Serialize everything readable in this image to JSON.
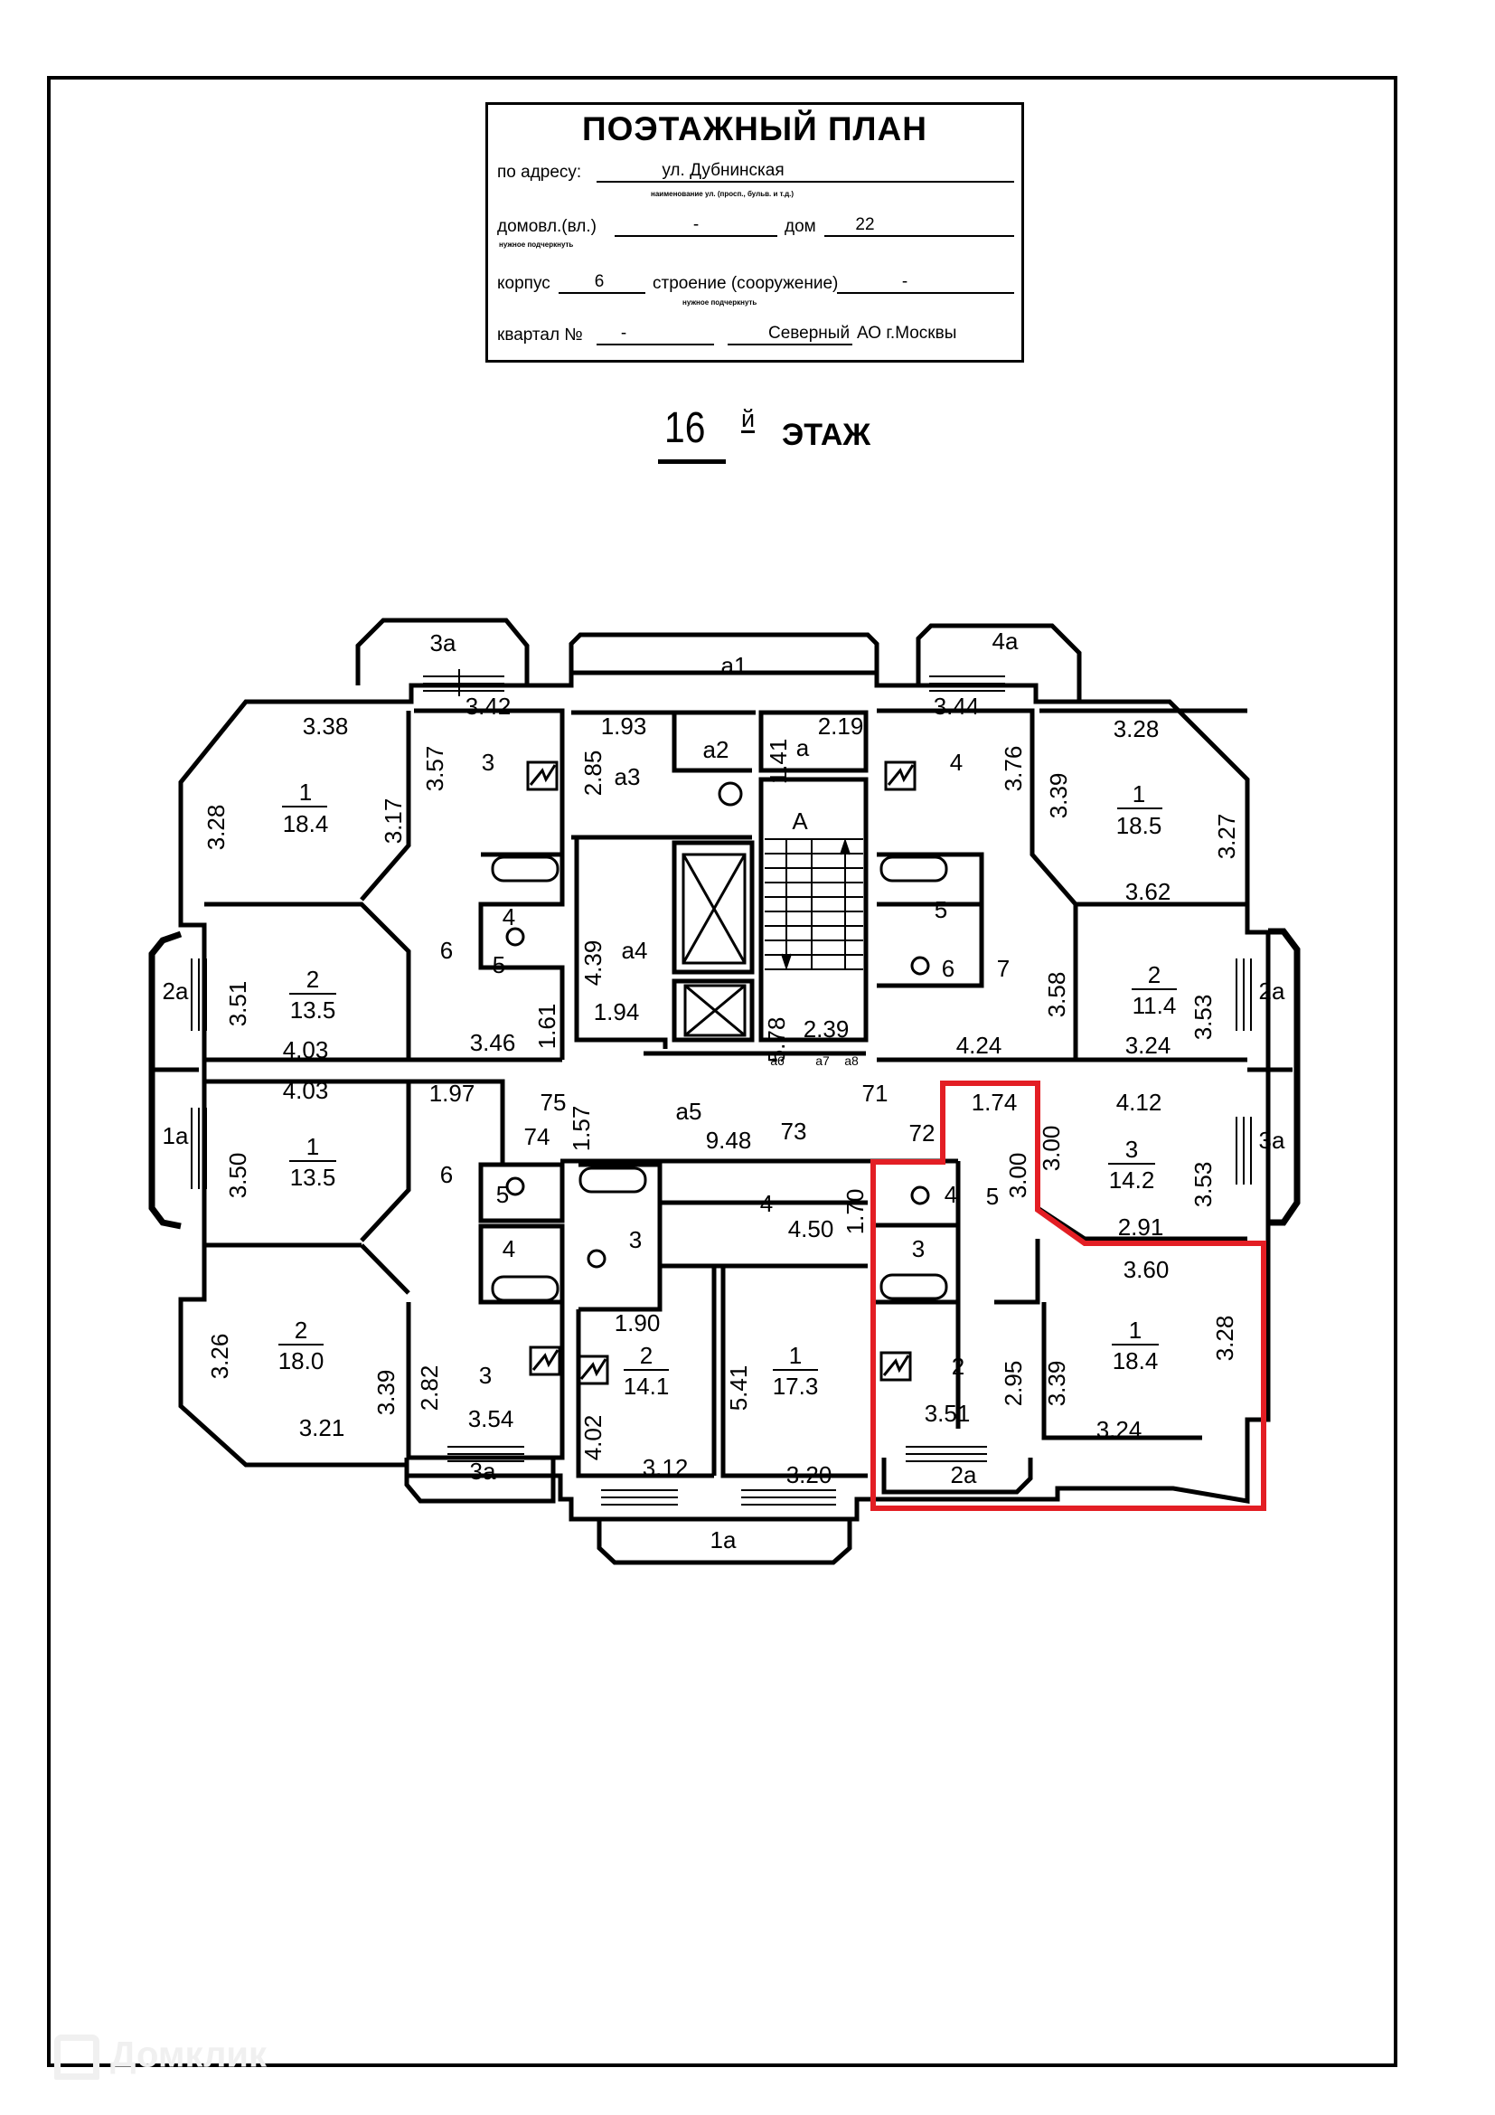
{
  "stamp": {
    "title": "ПОЭТАЖНЫЙ ПЛАН",
    "address_label": "по адресу:",
    "address_value": "ул. Дубнинская",
    "address_hint": "наименование ул. (просп., бульв. и т.д.)",
    "domovl_label": "домовл.(вл.)",
    "domovl_value": "-",
    "domovl_hint": "нужное подчеркнуть",
    "dom_label": "дом",
    "dom_value": "22",
    "korpus_label": "корпус",
    "korpus_value": "6",
    "stroenie_label": "строение (сооружение)",
    "stroenie_value": "-",
    "stroenie_hint": "нужное подчеркнуть",
    "kvartal_label": "квартал №",
    "kvartal_value": "-",
    "district_value": "Северный",
    "district_suffix": "АО г.Москвы"
  },
  "floor": {
    "number": "16",
    "suffix": "й",
    "word": "ЭТАЖ"
  },
  "highlight_color": "#e31e24",
  "plan": {
    "nw_apartment": {
      "balcony": "3а",
      "room1": {
        "num": "1",
        "area": "18.4",
        "dims": [
          "3.38",
          "3.28",
          "3.17"
        ]
      },
      "kitchen": {
        "num": "3",
        "dims": [
          "3.42",
          "3.57"
        ]
      },
      "bath": {
        "num": "4"
      },
      "wc": {
        "num": "5"
      },
      "hall": {
        "num": "6",
        "dims": [
          "3.46",
          "1.61"
        ]
      },
      "room2": {
        "num": "2",
        "area": "13.5",
        "dims": [
          "3.51",
          "4.03"
        ]
      },
      "loggia": "2а"
    },
    "core": {
      "a1": "а1",
      "a2": "а2",
      "a3": "а3",
      "a4": "а4",
      "a5": "а5",
      "a6": "а6",
      "a7": "а7",
      "a8": "а8",
      "a": "а",
      "stair": "А",
      "dims": [
        "1.93",
        "2.85",
        "1.41",
        "2.19",
        "4.39",
        "1.94",
        "5.78",
        "2.39",
        "9.48",
        "1.57"
      ],
      "corridors": [
        "71",
        "72",
        "73",
        "74",
        "75"
      ]
    },
    "ne_apartment": {
      "balcony": "4а",
      "kitchen": {
        "num": "4",
        "dims": [
          "3.44",
          "3.76"
        ]
      },
      "room1": {
        "num": "1",
        "area": "18.5",
        "dims": [
          "3.28",
          "3.39",
          "3.27",
          "3.62"
        ]
      },
      "bath": {
        "num": "5"
      },
      "wc": {
        "num": "6"
      },
      "hall": {
        "num": "7",
        "dims": [
          "3.58",
          "4.24"
        ]
      },
      "room2": {
        "num": "2",
        "area": "11.4",
        "dims": [
          "3.53",
          "3.24"
        ]
      },
      "loggia": "2а"
    },
    "w_apartment": {
      "loggia": "1а",
      "room1": {
        "num": "1",
        "area": "13.5",
        "dims": [
          "4.03",
          "3.50"
        ]
      },
      "hall": {
        "num": "6",
        "dims": [
          "1.97"
        ]
      },
      "wc": {
        "num": "5"
      },
      "bath": {
        "num": "4"
      },
      "room2": {
        "num": "2",
        "area": "18.0",
        "dims": [
          "3.26",
          "3.39",
          "3.21"
        ]
      },
      "kitchen": {
        "num": "3",
        "dims": [
          "2.82",
          "3.54"
        ]
      },
      "balcony": "3а"
    },
    "s_apartment": {
      "bath": {
        "num": "3"
      },
      "hall": {
        "num": "4",
        "dims": [
          "4.50",
          "1.70"
        ]
      },
      "kitchen": {
        "num": "2",
        "area": "14.1",
        "dims": [
          "1.90",
          "4.02",
          "3.12"
        ]
      },
      "room1": {
        "num": "1",
        "area": "17.3",
        "dims": [
          "5.41",
          "3.20"
        ]
      },
      "loggia": "1а"
    },
    "e_apartment": {
      "room3": {
        "num": "3",
        "area": "14.2",
        "dims": [
          "4.12",
          "3.00",
          "3.53",
          "2.91"
        ]
      },
      "loggia": "3а"
    },
    "highlighted_apartment": {
      "hall": {
        "num": "5",
        "dims": [
          "1.74",
          "3.00"
        ]
      },
      "wc": {
        "num": "4"
      },
      "bath": {
        "num": "3"
      },
      "kitchen": {
        "num": "2",
        "dims": [
          "2.95",
          "3.51"
        ]
      },
      "room1": {
        "num": "1",
        "area": "18.4",
        "dims": [
          "3.60",
          "3.28",
          "3.39",
          "3.24"
        ]
      },
      "loggia": "2а"
    }
  },
  "watermark": "Домклик"
}
